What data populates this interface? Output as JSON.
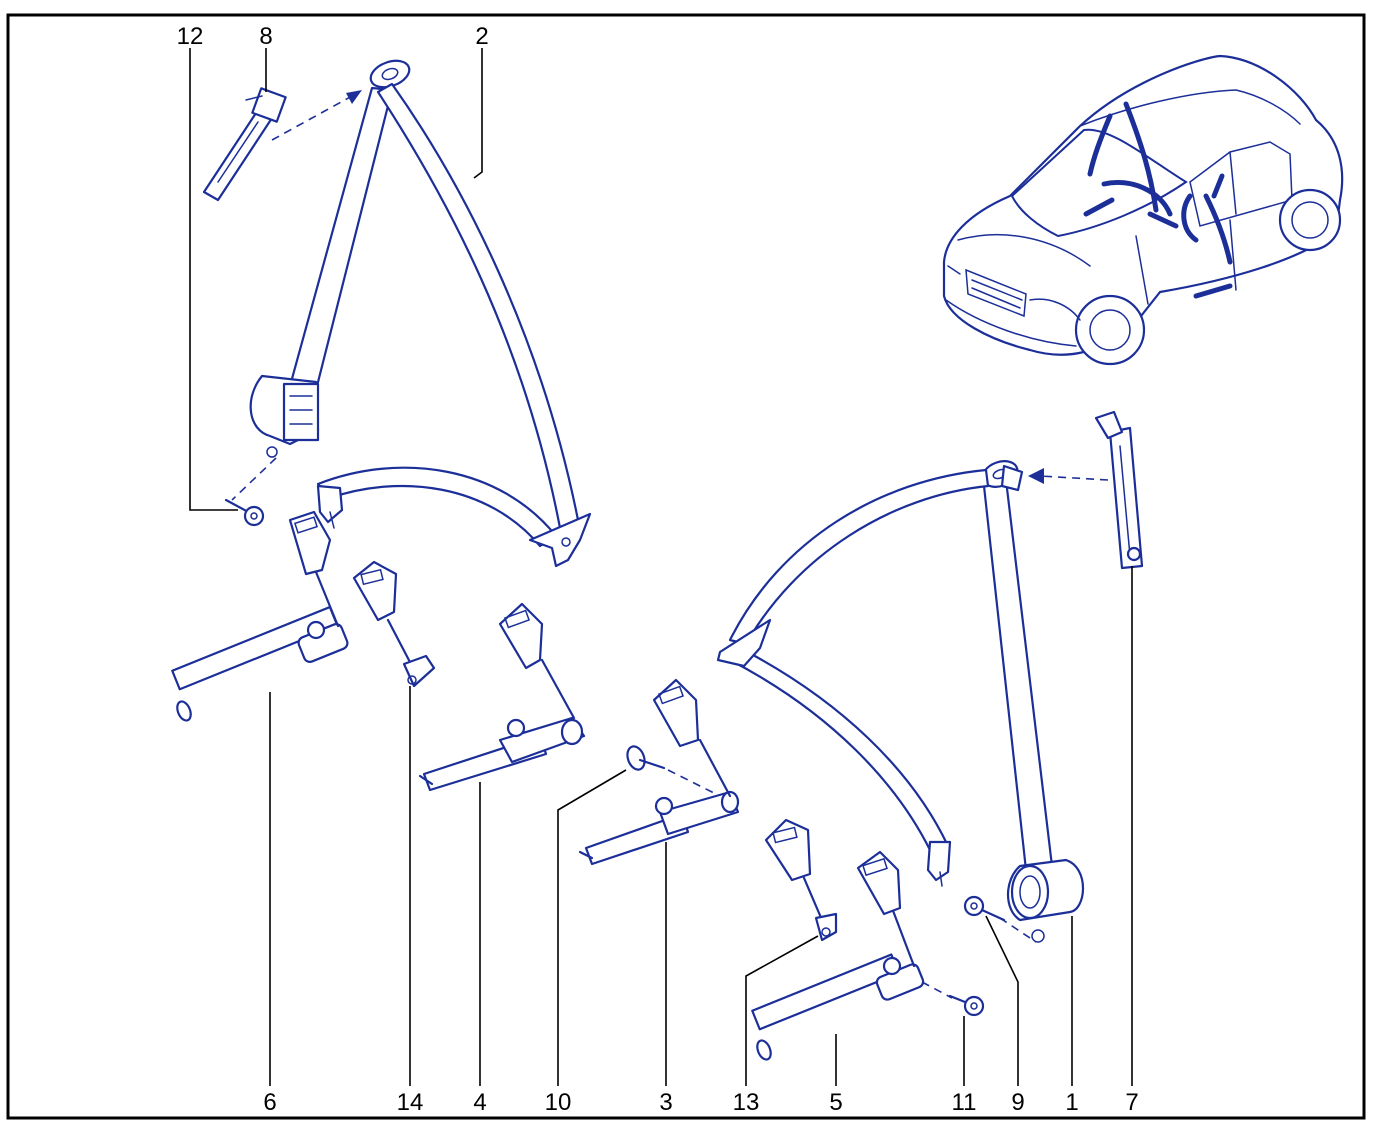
{
  "diagram": {
    "accent_color": "#1c2f99",
    "callouts": [
      "1",
      "2",
      "3",
      "4",
      "5",
      "6",
      "7",
      "8",
      "9",
      "10",
      "11",
      "12",
      "13",
      "14"
    ]
  }
}
